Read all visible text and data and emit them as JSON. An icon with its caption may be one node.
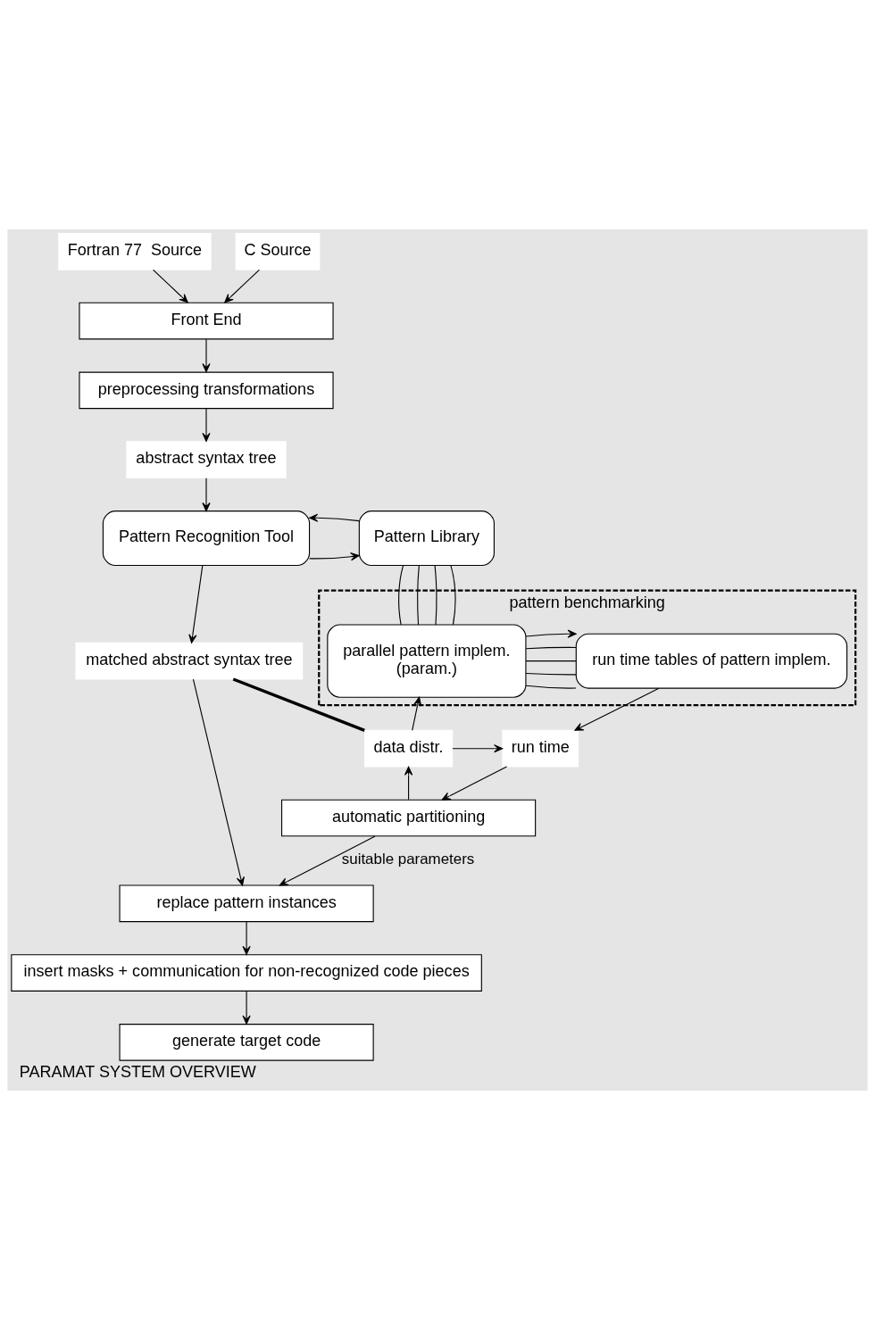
{
  "diagram": {
    "title": "PARAMAT SYSTEM OVERVIEW",
    "nodes": [
      {
        "text": [
          "Fortran 77  Source"
        ]
      },
      {
        "text": [
          "C Source"
        ]
      },
      {
        "text": [
          "Front End"
        ]
      },
      {
        "text": [
          "preprocessing transformations"
        ]
      },
      {
        "text": [
          "abstract syntax tree"
        ]
      },
      {
        "text": [
          "Pattern Recognition Tool"
        ]
      },
      {
        "text": [
          "Pattern Library"
        ]
      },
      {
        "text": [
          "pattern benchmarking"
        ]
      },
      {
        "text": [
          "parallel pattern implem.",
          "(param.)"
        ],
        "in": 7
      },
      {
        "text": [
          "run time tables of pattern implem."
        ],
        "in": 7
      },
      {
        "text": [
          "matched abstract syntax tree"
        ]
      },
      {
        "text": [
          "data distr."
        ]
      },
      {
        "text": [
          "run time"
        ]
      },
      {
        "text": [
          "automatic partitioning"
        ]
      },
      {
        "text": [
          "replace pattern instances"
        ]
      },
      {
        "text": [
          "insert masks + communication for non-recognized code pieces"
        ]
      },
      {
        "text": [
          "generate target code"
        ]
      }
    ],
    "edges": [
      {
        "from": 0,
        "to": 2,
        "arrow": "to"
      },
      {
        "from": 1,
        "to": 2,
        "arrow": "to"
      },
      {
        "from": 2,
        "to": 3,
        "arrow": "to"
      },
      {
        "from": 3,
        "to": 4,
        "arrow": "to"
      },
      {
        "from": 4,
        "to": 5,
        "arrow": "to"
      },
      {
        "from": 5,
        "to": 6,
        "arrow": "to"
      },
      {
        "from": 6,
        "to": 5,
        "arrow": "to"
      },
      {
        "from": 6,
        "to": 8,
        "arrow": "none"
      },
      {
        "from": 6,
        "to": 8,
        "arrow": "none"
      },
      {
        "from": 6,
        "to": 8,
        "arrow": "none"
      },
      {
        "from": 6,
        "to": 8,
        "arrow": "none"
      },
      {
        "from": 8,
        "to": 9,
        "arrow": "none"
      },
      {
        "from": 8,
        "to": 9,
        "arrow": "none"
      },
      {
        "from": 8,
        "to": 9,
        "arrow": "none"
      },
      {
        "from": 8,
        "to": 9,
        "arrow": "none"
      },
      {
        "from": 8,
        "to": 9,
        "arrow": "to"
      },
      {
        "from": 5,
        "to": 10,
        "arrow": "to"
      },
      {
        "from": 10,
        "to": 11,
        "arrow": "none",
        "style": "thick"
      },
      {
        "from": 11,
        "to": 8,
        "arrow": "to"
      },
      {
        "from": 13,
        "to": 11,
        "arrow": "to"
      },
      {
        "from": 11,
        "to": 12,
        "arrow": "to"
      },
      {
        "from": 9,
        "to": 12,
        "arrow": "to"
      },
      {
        "from": 12,
        "to": 13,
        "arrow": "to"
      },
      {
        "from": 13,
        "to": 14,
        "arrow": "to",
        "label": "suitable parameters"
      },
      {
        "from": 10,
        "to": 14,
        "arrow": "to"
      },
      {
        "from": 14,
        "to": 15,
        "arrow": "to"
      },
      {
        "from": 15,
        "to": 16,
        "arrow": "to"
      }
    ]
  }
}
